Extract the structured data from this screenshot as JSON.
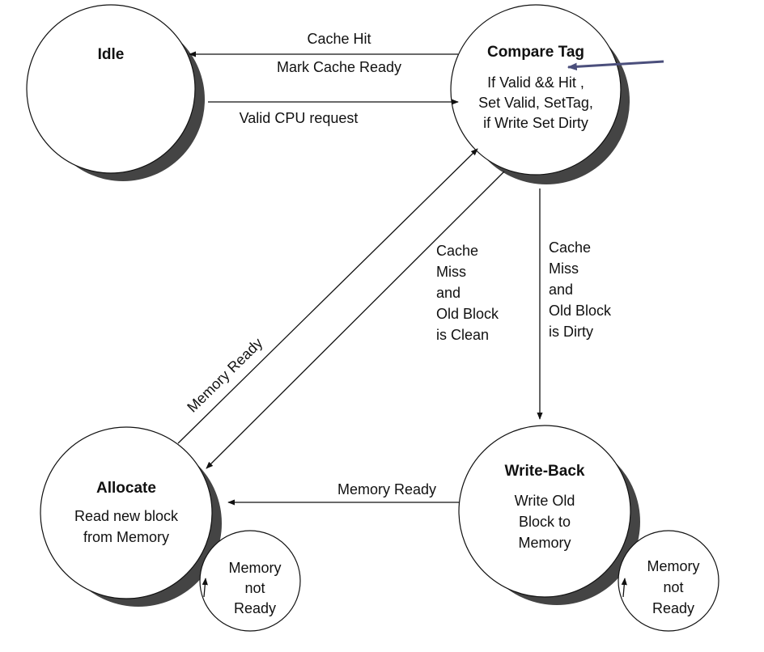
{
  "colors": {
    "background": "#ffffff",
    "line": "#111111",
    "shadow": "#444444",
    "pointer_arrow": "#4b4f7c"
  },
  "states": {
    "idle": {
      "title": "Idle",
      "body": []
    },
    "compare_tag": {
      "title": "Compare Tag",
      "body": [
        "If Valid && Hit ,",
        "Set Valid, SetTag,",
        "if Write Set Dirty"
      ]
    },
    "allocate": {
      "title": "Allocate",
      "body": [
        "Read new block",
        "from Memory"
      ]
    },
    "write_back": {
      "title": "Write-Back",
      "body": [
        "Write Old",
        "Block to",
        "Memory"
      ]
    }
  },
  "transitions": {
    "compare_to_idle": [
      "Cache Hit",
      "Mark Cache Ready"
    ],
    "idle_to_compare": [
      "Valid CPU request"
    ],
    "allocate_to_compare": [
      "Memory Ready"
    ],
    "compare_to_allocate": [
      "Cache",
      "Miss",
      "and",
      "Old Block",
      "is Clean"
    ],
    "compare_to_writeback": [
      "Cache",
      "Miss",
      "and",
      "Old Block",
      "is Dirty"
    ],
    "writeback_to_allocate": [
      "Memory Ready"
    ],
    "allocate_loop": [
      "Memory",
      "not",
      "Ready"
    ],
    "writeback_loop": [
      "Memory",
      "not",
      "Ready"
    ]
  }
}
